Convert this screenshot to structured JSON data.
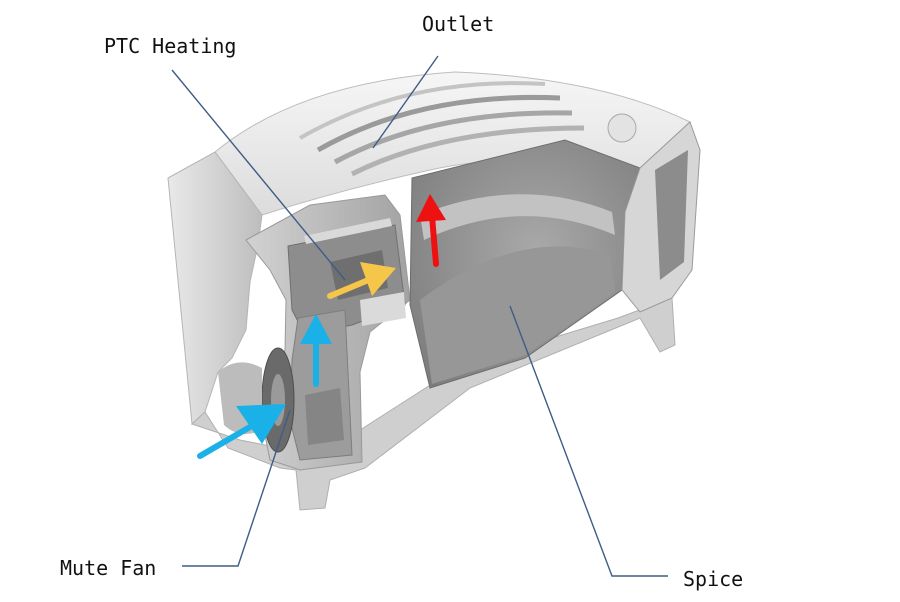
{
  "labels": {
    "ptc_heating": "PTC Heating",
    "outlet": "Outlet",
    "mute_fan": "Mute Fan",
    "spice": "Spice"
  },
  "colors": {
    "leader_line": "#3f5d85",
    "airflow_intake": "#1ab0e8",
    "airflow_heated": "#f5c64a",
    "airflow_exhaust": "#ee1111",
    "housing_light": "#ececec",
    "housing_mid": "#c9c9c9",
    "housing_dark": "#8e8e8e"
  }
}
